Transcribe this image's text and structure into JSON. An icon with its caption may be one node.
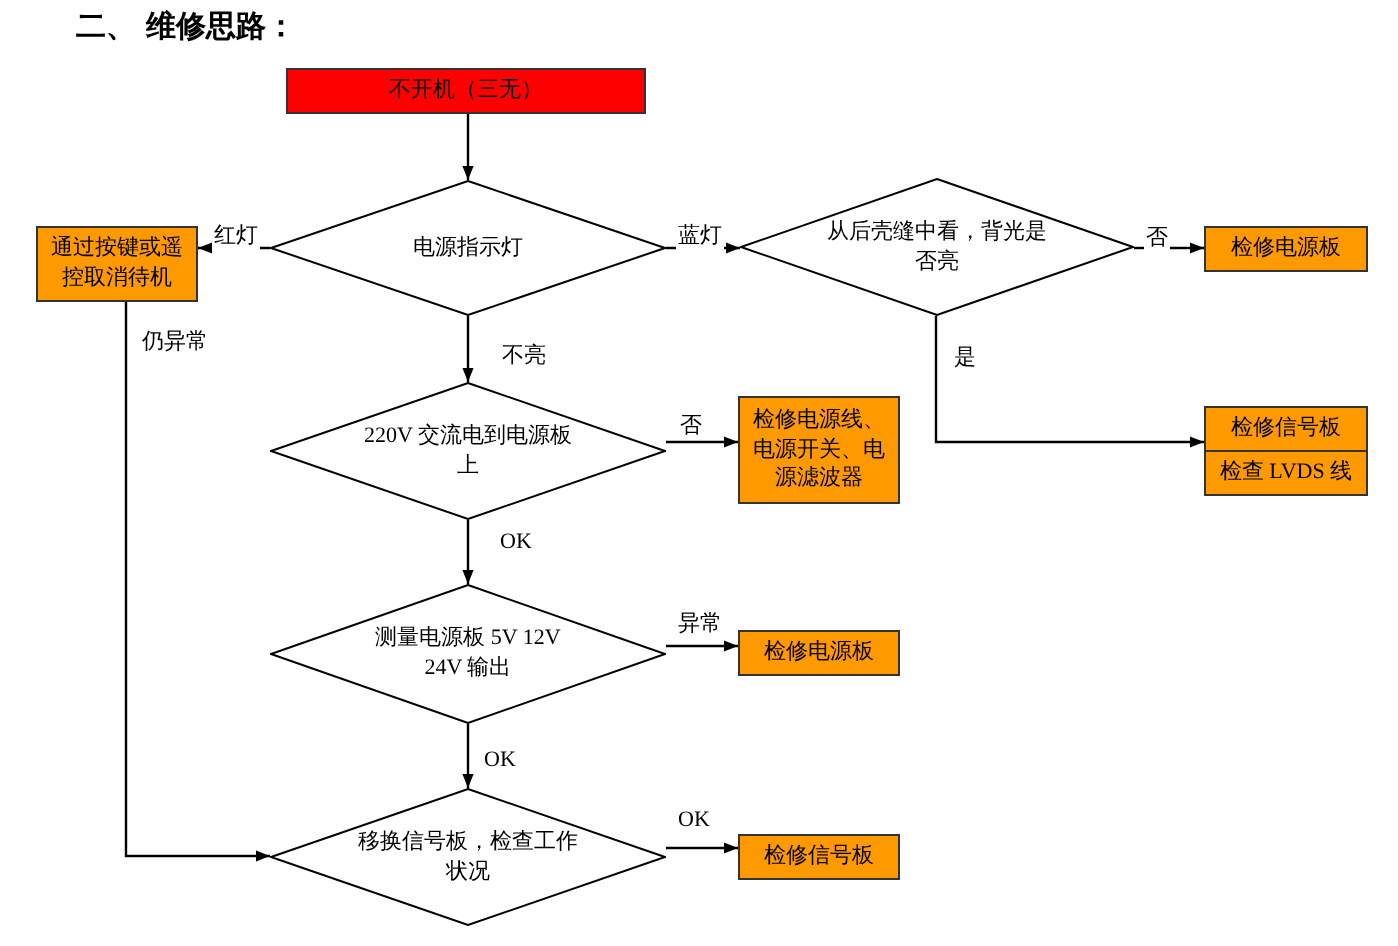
{
  "diagram": {
    "title": "二、 维修思路：",
    "nodes": [
      {
        "text": [
          "不开机（三无）"
        ]
      },
      {
        "text": [
          "电源指示灯"
        ]
      },
      {
        "text": [
          "通过按键或遥控取消待机"
        ]
      },
      {
        "text": [
          "从后壳缝中看，背光是否亮"
        ]
      },
      {
        "text": [
          "检修电源板"
        ]
      },
      {
        "text": [
          "检修信号板",
          "检查 LVDS 线"
        ]
      },
      {
        "text": [
          "220V 交流电到电源板上"
        ]
      },
      {
        "text": [
          "检修电源线、电源开关、电源滤波器"
        ]
      },
      {
        "text": [
          "测量电源板 5V 12V 24V 输出"
        ]
      },
      {
        "text": [
          "检修电源板"
        ]
      },
      {
        "text": [
          "移换信号板，检查工作状况"
        ]
      },
      {
        "text": [
          "检修信号板"
        ]
      }
    ],
    "edges": [
      {
        "from": 0,
        "to": 1,
        "arrow": "to"
      },
      {
        "from": 1,
        "to": 2,
        "arrow": "to",
        "label": "红灯"
      },
      {
        "from": 1,
        "to": 3,
        "arrow": "to",
        "label": "蓝灯"
      },
      {
        "from": 3,
        "to": 4,
        "arrow": "to",
        "label": "否"
      },
      {
        "from": 3,
        "to": 5,
        "arrow": "to",
        "label": "是"
      },
      {
        "from": 1,
        "to": 6,
        "arrow": "to",
        "label": "不亮"
      },
      {
        "from": 6,
        "to": 7,
        "arrow": "to",
        "label": "否"
      },
      {
        "from": 6,
        "to": 8,
        "arrow": "to",
        "label": "OK"
      },
      {
        "from": 8,
        "to": 9,
        "arrow": "to",
        "label": "异常"
      },
      {
        "from": 8,
        "to": 10,
        "arrow": "to",
        "label": "OK"
      },
      {
        "from": 2,
        "to": 10,
        "arrow": "to",
        "label": "仍异常"
      },
      {
        "from": 10,
        "to": 11,
        "arrow": "to",
        "label": "OK"
      }
    ]
  }
}
